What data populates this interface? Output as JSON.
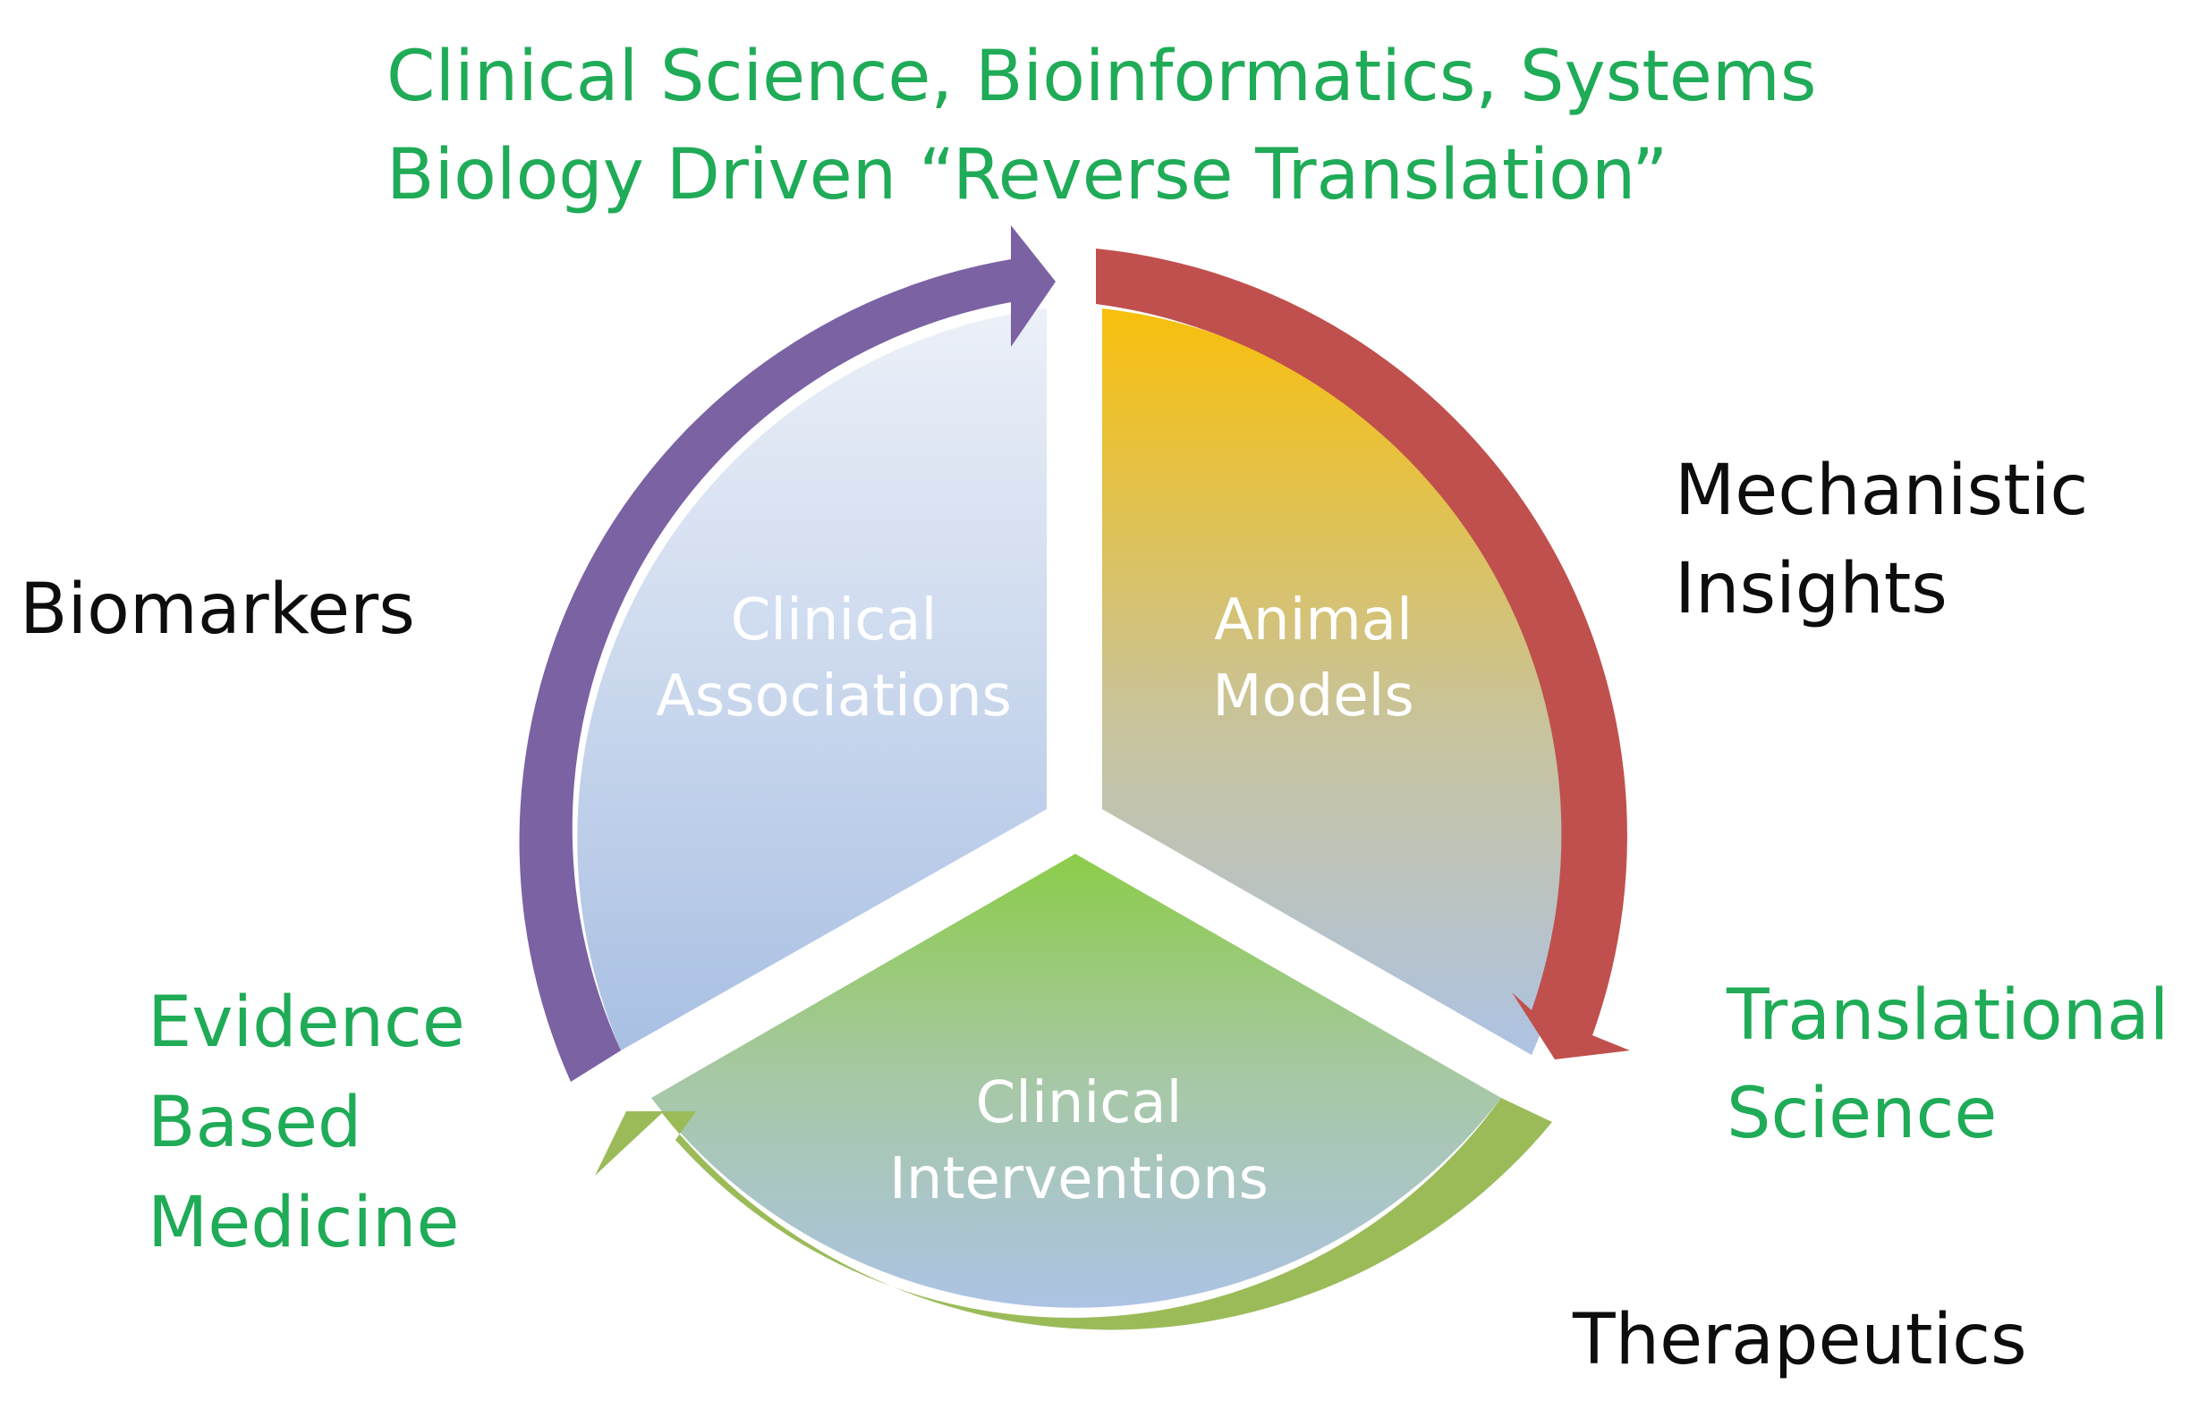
{
  "title": {
    "line1": "Clinical Science, Bioinformatics, Systems",
    "line2": "Biology Driven “Reverse Translation”"
  },
  "sectors": {
    "clinical_associations": {
      "line1": "Clinical",
      "line2": "Associations"
    },
    "animal_models": {
      "line1": "Animal",
      "line2": "Models"
    },
    "clinical_interventions": {
      "line1": "Clinical",
      "line2": "Interventions"
    }
  },
  "outer_labels": {
    "mechanistic_insights": {
      "line1": "Mechanistic",
      "line2": "Insights"
    },
    "biomarkers": "Biomarkers",
    "translational_science": {
      "line1": "Translational",
      "line2": "Science"
    },
    "evidence_based_medicine": {
      "line1": "Evidence",
      "line2": "Based",
      "line3": "Medicine"
    },
    "therapeutics": "Therapeutics"
  },
  "colors": {
    "green_text": "#1fab57",
    "purple_arrow": "#7b62a3",
    "red_arrow": "#c0504d",
    "green_arrow": "#9bbb59",
    "blue_fill": "#b0c4e4",
    "yellow_fill": "#f6c20f",
    "green_fill": "#92d050"
  }
}
